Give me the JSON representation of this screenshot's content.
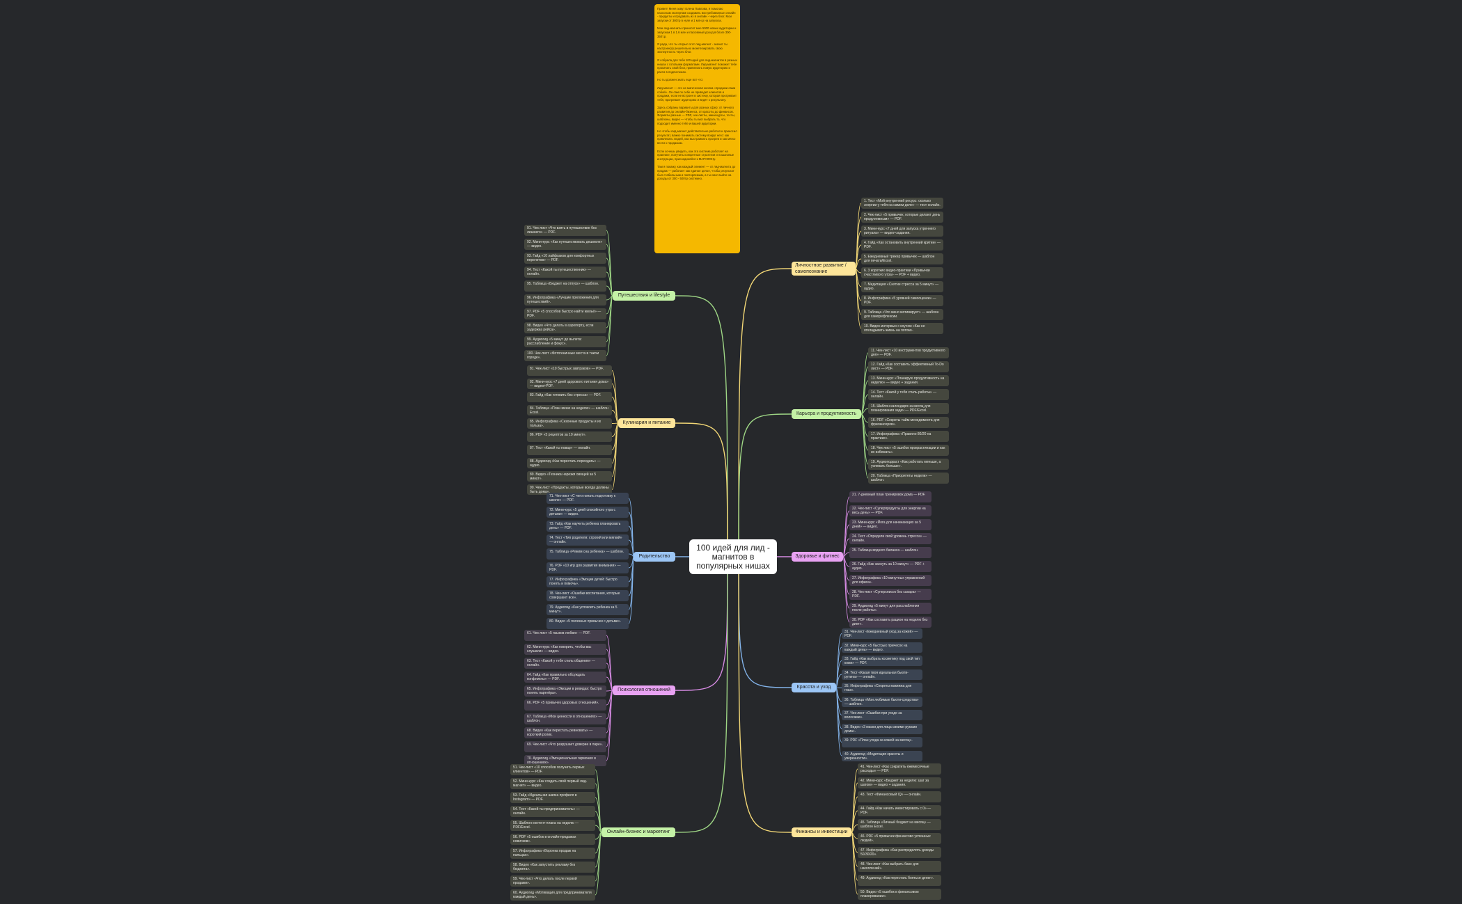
{
  "center_label": "100 идей для лид - магнитов в популярных нишах",
  "note": {
    "paragraphs": [
      "Привет! Меня зовут Елена Павлова, я помогаю классным экспертам создавать востребованные онлайн - продукты и продавать их в онлайн - через блог. Мои запуски от 380тр в нуле и 1 млн р на запусках.",
      "Мои лид-магниты приносят мне 5000 новых аудитории и запуском 1 в 1.6 млн и пассивный доход в блоге 300-350т.р.",
      "Я рада, что ты открыл этот лид-магнит - значит ты настроен(а) решительно монетизировать свою экспертность через блог.",
      "Я собрала для тебя 100 идей для лид-магнитов в разных нишах с готовыми форматами. Лид-магнит поможет тебе прокачать свой блог, привлекать новую аудиторию и расти в подписчиках.",
      "Но ты должен знать еще вот что:",
      "Лид-магнит — это не магическая кнопка «продажи сами собой». Он сам по себе не приводит клиентов и продажи, если не встроен в систему, которая прогревает тебя, прогревает аудиторию и ведёт к результату.",
      "Здесь собраны варианты для разных сфер: от личного развития до онлайн-бизнеса, от красоты до финансов. Форматы разные — PDF, чек-листы, мини-курсы, тесты, шаблоны, видео — чтобы ты мог выбрать то, что подходит именно тебе и вашей аудитории.",
      "Но чтобы лид-магнит действительно работал и приносил результат, важно понимать систему вокруг него: как привлекать людей, как выстраивать прогрев и как мягко вести к продажам.",
      "Если хочешь увидеть, как эта система работает на практике, получить конкретные стратегии и пошаговые инструкции, присоединяйся к МАРАФОНу.",
      "Там я покажу, как каждый элемент — от лид-магнита до продаж — работает как единое целое, чтобы результат был стабильным и повторяемым, а ты смог выйти на доходы от 300 - 500тр системно."
    ]
  },
  "branches": [
    {
      "id": "personal",
      "label": "Личностное развитие / самопознание",
      "color": "#fde59a",
      "line": "#f2d776",
      "side": "right",
      "items": [
        "1. Тест «Мой внутренний ресурс: сколько энергии у тебя на самом деле» — тест онлайн.",
        "2. Чек-лист «5 привычек, которые делают день продуктивным» — PDF.",
        "3. Мини-курс «7 дней для запуска утреннего ритуала» — видео+задания.",
        "4. Гайд «Как остановить внутренний критик» — PDF.",
        "5. Ежедневный трекер привычек — шаблон для печати/Excel.",
        "6. 3 коротких видео-практики «Привычки счастливого утра» — PDF + видео.",
        "7. Медитация «Снятие стресса за 5 минут» — аудио.",
        "8. Инфографика «5 уровней самооценки» — PDF.",
        "9. Таблица «Что меня мотивирует» — шаблон для саморефлексии.",
        "10. Видео-интервью с коучем «Как не откладывать жизнь на потом»."
      ]
    },
    {
      "id": "career",
      "label": "Карьера и продуктивность",
      "color": "#c4f2a6",
      "line": "#9ed685",
      "side": "right",
      "items": [
        "11. Чек-лист «10 инструментов продуктивного дня» — PDF.",
        "12. Гайд «Как составить эффективный To-Do лист» — PDF.",
        "13. Мини-курс «Планирую продуктивность на неделю» — видео + задания.",
        "14. Тест «Какой у тебя стиль работы» — онлайн.",
        "15. Шаблон календаря на месяц для планирования задач — PDF/Excel.",
        "16. PDF «Секреты тайм-менеджмента для фрилансеров».",
        "17. Инфографика «Правило 80/20 на практике».",
        "18. Чек-лист «5 ошибок прокрастинации и как их избежать».",
        "19. Аудиоподкаст «Как работать меньше, а успевать больше».",
        "20. Таблица «Приоритеты недели» — шаблон."
      ]
    },
    {
      "id": "health",
      "label": "Здоровье и фитнес",
      "color": "#e8a2f2",
      "line": "#d68be3",
      "side": "right",
      "items": [
        "21. 7-дневный план тренировок дома — PDF.",
        "22. Чек-лист «Суперпродукты для энергии на весь день» — PDF.",
        "23. Мини-курс «Йога для начинающих за 5 дней» — видео.",
        "24. Тест «Определи свой уровень стресса» — онлайн.",
        "25. Таблица водного баланса — шаблон.",
        "26. Гайд «Как заснуть за 10 минут» — PDF + аудио.",
        "27. Инфографика «10 минутных упражнений для офиса».",
        "28. Чек-лист «Суперсписок без сахара» — PDF.",
        "29. Аудиогид «5 минут для расслабления после работы».",
        "30. PDF «Как составить рацион на неделю без диет»."
      ]
    },
    {
      "id": "beauty",
      "label": "Красота и уход",
      "color": "#9cc6f5",
      "line": "#82b2e8",
      "side": "right",
      "items": [
        "31. Чек-лист «Ежедневный уход за кожей» — PDF.",
        "32. Мини-курс «5 быстрых причесок на каждый день» — видео.",
        "33. Гайд «Как выбрать косметику под свой тип кожи» — PDF.",
        "34. Тест «Какая твоя идеальная бьюти-рутина» — онлайн.",
        "35. Инфографика «Секреты макияжа для глаз».",
        "36. Таблица «Мои любимые бьюти-средства» — шаблон.",
        "37. Чек-лист «Ошибки при уходе за волосами».",
        "38. Видео «3 маски для лица своими руками дома».",
        "39. PDF «План ухода за кожей на месяц».",
        "40. Аудиогид «Медитация красоты и уверенности»."
      ]
    },
    {
      "id": "finance",
      "label": "Финансы и инвестиции",
      "color": "#fde59a",
      "line": "#f2d776",
      "side": "right",
      "items": [
        "41. Чек-лист «Как сократить ежемесячные расходы» — PDF.",
        "42. Мини-курс «Бюджет за неделю: шаг за шагом» — видео + задания.",
        "43. Тест «Финансовый IQ» — онлайн.",
        "44. Гайд «Как начать инвестировать с 0» — PDF.",
        "45. Таблица «Личный бюджет на месяц» — шаблон Excel.",
        "46. PDF «5 привычек финансово успешных людей».",
        "47. Инфографика «Как распределять доходы 50/30/20».",
        "48. Чек-лист «Как выбрать банк для накоплений».",
        "49. Аудиогид «Как перестать бояться денег».",
        "50. Видео «5 ошибок в финансовом планировании»."
      ]
    },
    {
      "id": "travel",
      "label": "Путешествия и lifestyle",
      "color": "#c4f2a6",
      "line": "#9ed685",
      "side": "left",
      "items": [
        "91. Чек-лист «Что взять в путешествие без лишнего» — PDF.",
        "92. Мини-курс «Как путешествовать дешевле» — видео.",
        "93. Гайд «10 лайфхаков для комфортных перелетов» — PDF.",
        "94. Тест «Какой ты путешественник» — онлайн.",
        "95. Таблица «Бюджет на отпуск» — шаблон.",
        "96. Инфографика «Лучшие приложения для путешествий».",
        "97. PDF «5 способов быстро найти жильё» — PDF.",
        "98. Видео «Что делать в аэропорту, если задержка рейса».",
        "99. Аудиогид «5 минут до вылета: расслабление и фокус».",
        "100. Чек-лист «Фотогеничные места в таком городе»."
      ]
    },
    {
      "id": "cooking",
      "label": "Кулинария и питание",
      "color": "#fde59a",
      "line": "#f2d776",
      "side": "left",
      "items": [
        "81. Чек-лист «10 быстрых завтраков» — PDF.",
        "82. Мини-курс «7 дней здорового питания дома» — видео+PDF.",
        "83. Гайд «Как готовить без стресса» — PDF.",
        "84. Таблица «План меню на неделю» — шаблон Excel.",
        "85. Инфографика «Сезонные продукты и их польза».",
        "86. PDF «5 рецептов за 10 минут».",
        "87. Тест «Какой ты повар» — онлайн.",
        "88. Аудиогид «Как перестать переедать» — аудио.",
        "89. Видео «Техника нарезки овощей за 5 минут».",
        "90. Чек-лист «Продукты, которые всегда должны быть дома»."
      ]
    },
    {
      "id": "parenting",
      "label": "Родительство",
      "color": "#9cc6f5",
      "line": "#82b2e8",
      "side": "left",
      "items": [
        "71. Чек-лист «С чего начать подготовку к школе» — PDF.",
        "72. Мини-курс «5 дней спокойного утра с детьми» — видео.",
        "73. Гайд «Как научить ребенка планировать день» — PDF.",
        "74. Тест «Тип родителя: строгий или мягкий» — онлайн.",
        "75. Таблица «Режим сна ребенка» — шаблон.",
        "76. PDF «10 игр для развития внимания» — PDF.",
        "77. Инфографика «Эмоции детей: быстро понять и помочь».",
        "78. Чек-лист «Ошибки воспитания, которые совершают все».",
        "79. Аудиогид «Как успокоить ребенка за 5 минут».",
        "80. Видео «5 полезных привычек с детьми»."
      ]
    },
    {
      "id": "psychology",
      "label": "Психология отношений",
      "color": "#e8a2f2",
      "line": "#d68be3",
      "side": "left",
      "items": [
        "61. Чек-лист «5 языков любви» — PDF.",
        "62. Мини-курс «Как говорить, чтобы вас слушали» — видео.",
        "63. Тест «Какой у тебя стиль общения» — онлайн.",
        "64. Гайд «Как правильно обсуждать конфликты» — PDF.",
        "65. Инфографика «Эмоции в ревидах: быстро понять партнёра».",
        "66. PDF «5 привычек здоровых отношений».",
        "67. Таблица «Мои ценности в отношениях» — шаблон.",
        "68. Видео «Как перестать ревновать» — короткий ролик.",
        "69. Чек-лист «Что разрушает доверие в паре».",
        "70. Аудиогид «Эмоциональная гармония в отношениях»."
      ]
    },
    {
      "id": "business",
      "label": "Онлайн-бизнес и маркетинг",
      "color": "#c4f2a6",
      "line": "#9ed685",
      "side": "left",
      "items": [
        "51. Чек-лист «10 способов получить первых клиентов» — PDF.",
        "52. Мини-курс «Как создать свой первый лид-магнит» — видео.",
        "53. Гайд «Идеальная шапка профиля в Instagram» — PDF.",
        "54. Тест «Какой ты предприниматель» — онлайн.",
        "55. Шаблон контент-плана на неделю — PDF/Excel.",
        "56. PDF «5 ошибок в онлайн-продажах новичков».",
        "57. Инфографика «Воронка продаж на пальцах».",
        "58. Видео «Как запустить рекламу без бюджета».",
        "59. Чек-лист «Что делать после первой продажи».",
        "60. Аудиогид «Мотивация для предпринимателя каждый день»."
      ]
    }
  ]
}
